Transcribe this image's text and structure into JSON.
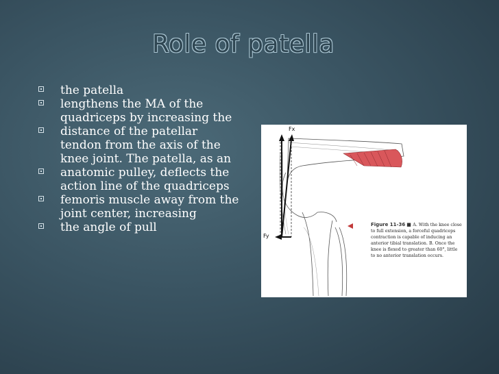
{
  "slide": {
    "title": "Role of patella",
    "bullets": [
      "the patella",
      "lengthens the MA of the quadriceps by increasing the",
      " distance of the patellar tendon from the axis of the knee joint. The patella, as an",
      "anatomic pulley, deflects the action line of the quadriceps",
      "femoris muscle away from the joint center, increasing",
      "the angle of pull"
    ]
  },
  "figure": {
    "label_fx": "Fx",
    "label_fy": "Fy",
    "caption_label": "Figure 11-36",
    "caption_text": "A. With the knee close to full extension, a forceful quadriceps contraction is capable of inducing an anterior tibial translation. B. Once the knee is flexed to greater than 60°, little to no anterior translation occurs.",
    "muscle_color": "#d9575b"
  }
}
